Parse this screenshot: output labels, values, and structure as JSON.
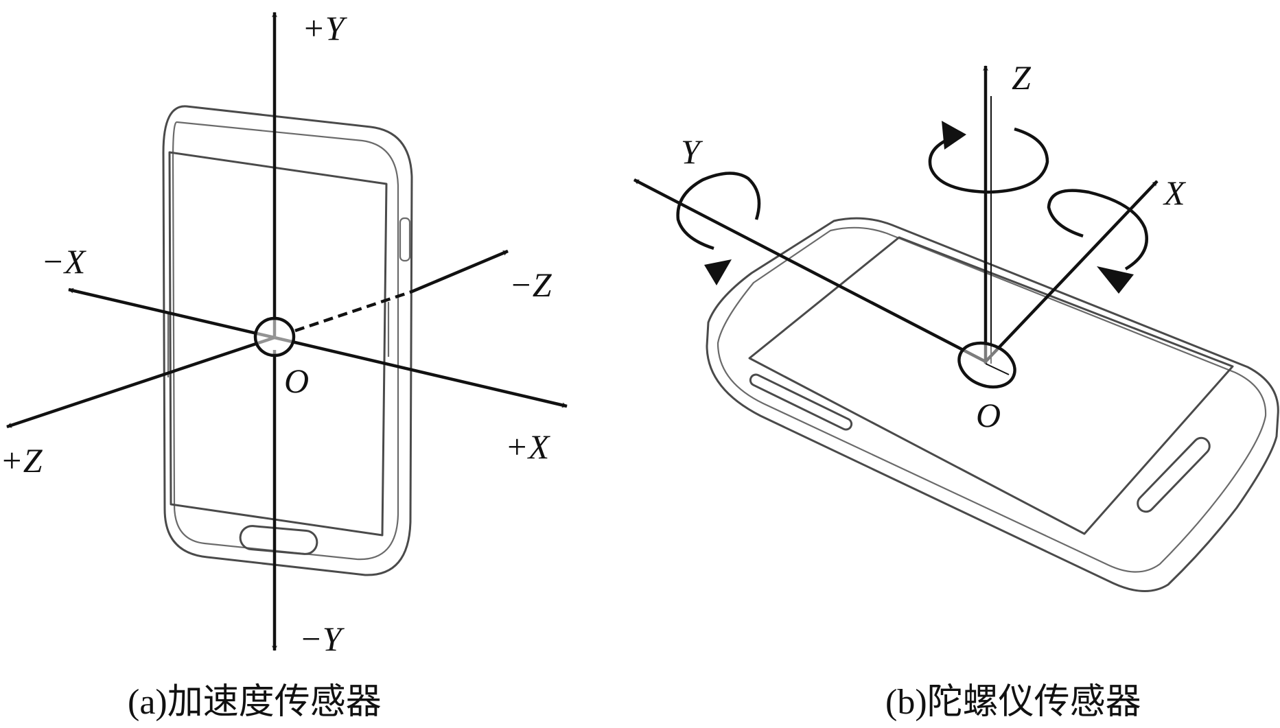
{
  "panel_a": {
    "caption": "(a)加速度传感器",
    "origin": "O",
    "axes": {
      "pos_y": "+Y",
      "neg_y": "−Y",
      "pos_x": "+X",
      "neg_x": "−X",
      "pos_z": "+Z",
      "neg_z": "−Z"
    }
  },
  "panel_b": {
    "caption": "(b)陀螺仪传感器",
    "origin": "O",
    "axes": {
      "x": "X",
      "y": "Y",
      "z": "Z"
    }
  }
}
